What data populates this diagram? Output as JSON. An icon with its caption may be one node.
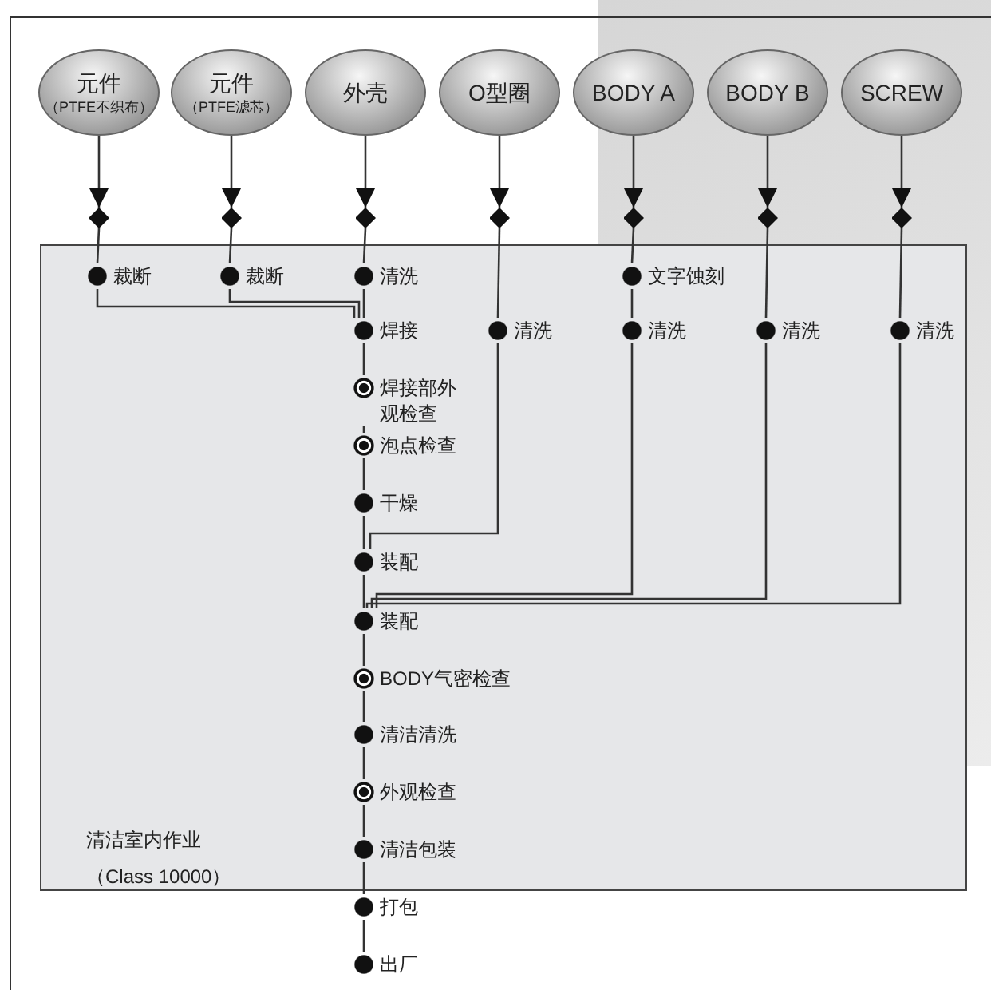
{
  "diagram": {
    "nodes": [
      {
        "text": [
          "清洁室内作业",
          "（Class 10000）"
        ]
      },
      {
        "text": [
          "元件",
          "（PTFE不织布）"
        ]
      },
      {
        "text": [
          "元件",
          "（PTFE滤芯）"
        ]
      },
      {
        "text": [
          "外壳"
        ]
      },
      {
        "text": [
          "O型圈"
        ]
      },
      {
        "text": [
          "BODY A"
        ]
      },
      {
        "text": [
          "BODY B"
        ]
      },
      {
        "text": [
          "SCREW"
        ]
      },
      {
        "text": [],
        "shape": "diamond"
      },
      {
        "text": [],
        "shape": "diamond"
      },
      {
        "text": [],
        "shape": "diamond"
      },
      {
        "text": [],
        "shape": "diamond"
      },
      {
        "text": [],
        "shape": "diamond"
      },
      {
        "text": [],
        "shape": "diamond"
      },
      {
        "text": [],
        "shape": "diamond"
      },
      {
        "text": [
          "裁断"
        ],
        "in": 0
      },
      {
        "text": [
          "裁断"
        ],
        "in": 0
      },
      {
        "text": [
          "清洗"
        ],
        "in": 0
      },
      {
        "text": [
          "文字蚀刻"
        ],
        "in": 0
      },
      {
        "text": [
          "焊接"
        ],
        "in": 0
      },
      {
        "text": [
          "清洗"
        ],
        "in": 0
      },
      {
        "text": [
          "清洗"
        ],
        "in": 0
      },
      {
        "text": [
          "清洗"
        ],
        "in": 0
      },
      {
        "text": [
          "清洗"
        ],
        "in": 0
      },
      {
        "text": [
          "焊接部外观检查"
        ],
        "in": 0
      },
      {
        "text": [
          "泡点检查"
        ],
        "in": 0
      },
      {
        "text": [
          "干燥"
        ],
        "in": 0
      },
      {
        "text": [
          "装配"
        ],
        "in": 0
      },
      {
        "text": [
          "装配"
        ],
        "in": 0
      },
      {
        "text": [
          "BODY气密检查"
        ],
        "in": 0
      },
      {
        "text": [
          "清洁清洗"
        ],
        "in": 0
      },
      {
        "text": [
          "外观检查"
        ],
        "in": 0
      },
      {
        "text": [
          "清洁包装"
        ],
        "in": 0
      },
      {
        "text": [
          "打包"
        ]
      },
      {
        "text": [
          "出厂"
        ]
      }
    ],
    "edges": [
      {
        "from": 1,
        "to": 8,
        "arrow": "to"
      },
      {
        "from": 2,
        "to": 9,
        "arrow": "to"
      },
      {
        "from": 3,
        "to": 10,
        "arrow": "to"
      },
      {
        "from": 4,
        "to": 11,
        "arrow": "to"
      },
      {
        "from": 5,
        "to": 12,
        "arrow": "to"
      },
      {
        "from": 6,
        "to": 13,
        "arrow": "to"
      },
      {
        "from": 7,
        "to": 14,
        "arrow": "to"
      },
      {
        "from": 8,
        "to": 15,
        "arrow": "none"
      },
      {
        "from": 9,
        "to": 16,
        "arrow": "none"
      },
      {
        "from": 10,
        "to": 17,
        "arrow": "none"
      },
      {
        "from": 11,
        "to": 20,
        "arrow": "none"
      },
      {
        "from": 12,
        "to": 18,
        "arrow": "none"
      },
      {
        "from": 13,
        "to": 22,
        "arrow": "none"
      },
      {
        "from": 14,
        "to": 23,
        "arrow": "none"
      },
      {
        "from": 15,
        "to": 19,
        "arrow": "none"
      },
      {
        "from": 16,
        "to": 19,
        "arrow": "none"
      },
      {
        "from": 17,
        "to": 19,
        "arrow": "none"
      },
      {
        "from": 19,
        "to": 24,
        "arrow": "none"
      },
      {
        "from": 24,
        "to": 25,
        "arrow": "none"
      },
      {
        "from": 25,
        "to": 26,
        "arrow": "none"
      },
      {
        "from": 26,
        "to": 27,
        "arrow": "none"
      },
      {
        "from": 20,
        "to": 27,
        "arrow": "none"
      },
      {
        "from": 27,
        "to": 28,
        "arrow": "none"
      },
      {
        "from": 18,
        "to": 21,
        "arrow": "none"
      },
      {
        "from": 21,
        "to": 28,
        "arrow": "none"
      },
      {
        "from": 22,
        "to": 28,
        "arrow": "none"
      },
      {
        "from": 23,
        "to": 28,
        "arrow": "none"
      },
      {
        "from": 28,
        "to": 29,
        "arrow": "none"
      },
      {
        "from": 29,
        "to": 30,
        "arrow": "none"
      },
      {
        "from": 30,
        "to": 31,
        "arrow": "none"
      },
      {
        "from": 31,
        "to": 32,
        "arrow": "none"
      },
      {
        "from": 32,
        "to": 33,
        "arrow": "none"
      },
      {
        "from": 33,
        "to": 34,
        "arrow": "none"
      }
    ]
  }
}
